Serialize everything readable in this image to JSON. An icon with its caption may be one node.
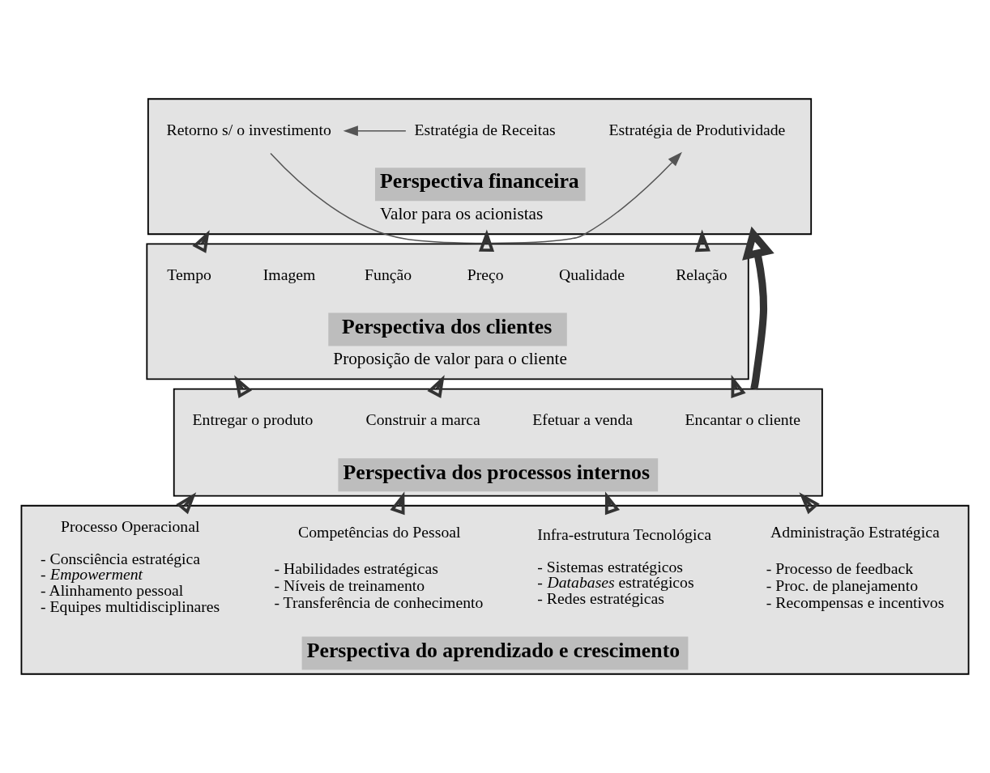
{
  "diagram": {
    "nodes": [
      {
        "text": [
          "Perspectiva financeira",
          "Valor para os acionistas"
        ]
      },
      {
        "text": [
          "Estratégia de Receitas"
        ],
        "in": 0
      },
      {
        "text": [
          "Retorno s/ o investimento"
        ],
        "in": 0
      },
      {
        "text": [
          "Estratégia de Produtividade"
        ],
        "in": 0
      },
      {
        "text": [
          "Perspectiva dos clientes",
          "Proposição de valor para o cliente"
        ]
      },
      {
        "text": [
          "Preço"
        ],
        "in": 4
      },
      {
        "text": [
          "Qualidade"
        ],
        "in": 4
      },
      {
        "text": [
          "Tempo"
        ],
        "in": 4
      },
      {
        "text": [
          "Função"
        ],
        "in": 4
      },
      {
        "text": [
          "Imagem"
        ],
        "in": 4
      },
      {
        "text": [
          "Relação"
        ],
        "in": 4
      },
      {
        "text": [
          "Perspectiva dos processos internos"
        ]
      },
      {
        "text": [
          "Construir a marca"
        ],
        "in": 11
      },
      {
        "text": [
          "Efetuar a venda"
        ],
        "in": 11
      },
      {
        "text": [
          "Entregar o produto"
        ],
        "in": 11
      },
      {
        "text": [
          "Encantar o cliente"
        ],
        "in": 11
      },
      {
        "text": [
          "Perspectiva do aprendizado e crescimento"
        ]
      },
      {
        "text": [
          "Competências do Pessoal",
          "- Habilidades estratégicas",
          "- Níveis de treinamento",
          "- Transferência de conhecimento"
        ],
        "in": 16
      },
      {
        "text": [
          "Infra-estrutura Tecnológica",
          "- Sistemas estratégicos",
          "- *Databases* estratégicos",
          "- Redes estratégicas"
        ],
        "in": 16
      },
      {
        "text": [
          "Processo Operacional",
          "- Consciência estratégica",
          "- *Empowerment*",
          "- Alinhamento pessoal",
          "- Equipes multidisciplinares"
        ],
        "in": 16
      },
      {
        "text": [
          "Administração Estratégica",
          "- Processo de feedback",
          "- Proc. de planejamento",
          "- Recompensas e incentivos"
        ],
        "in": 16
      }
    ],
    "edges": [
      {
        "from": 1,
        "to": 2,
        "arrow": "to"
      },
      {
        "from": 2,
        "to": 3,
        "arrow": "to"
      },
      {
        "from": 4,
        "to": 0,
        "arrow": "to"
      },
      {
        "from": 4,
        "to": 0,
        "arrow": "to"
      },
      {
        "from": 4,
        "to": 0,
        "arrow": "to"
      },
      {
        "from": 11,
        "to": 4,
        "arrow": "to"
      },
      {
        "from": 11,
        "to": 4,
        "arrow": "to"
      },
      {
        "from": 11,
        "to": 4,
        "arrow": "to"
      },
      {
        "from": 11,
        "to": 0,
        "arrow": "to",
        "style": "thick"
      },
      {
        "from": 16,
        "to": 11,
        "arrow": "to"
      },
      {
        "from": 16,
        "to": 11,
        "arrow": "to"
      },
      {
        "from": 16,
        "to": 11,
        "arrow": "to"
      },
      {
        "from": 16,
        "to": 11,
        "arrow": "to"
      }
    ]
  }
}
